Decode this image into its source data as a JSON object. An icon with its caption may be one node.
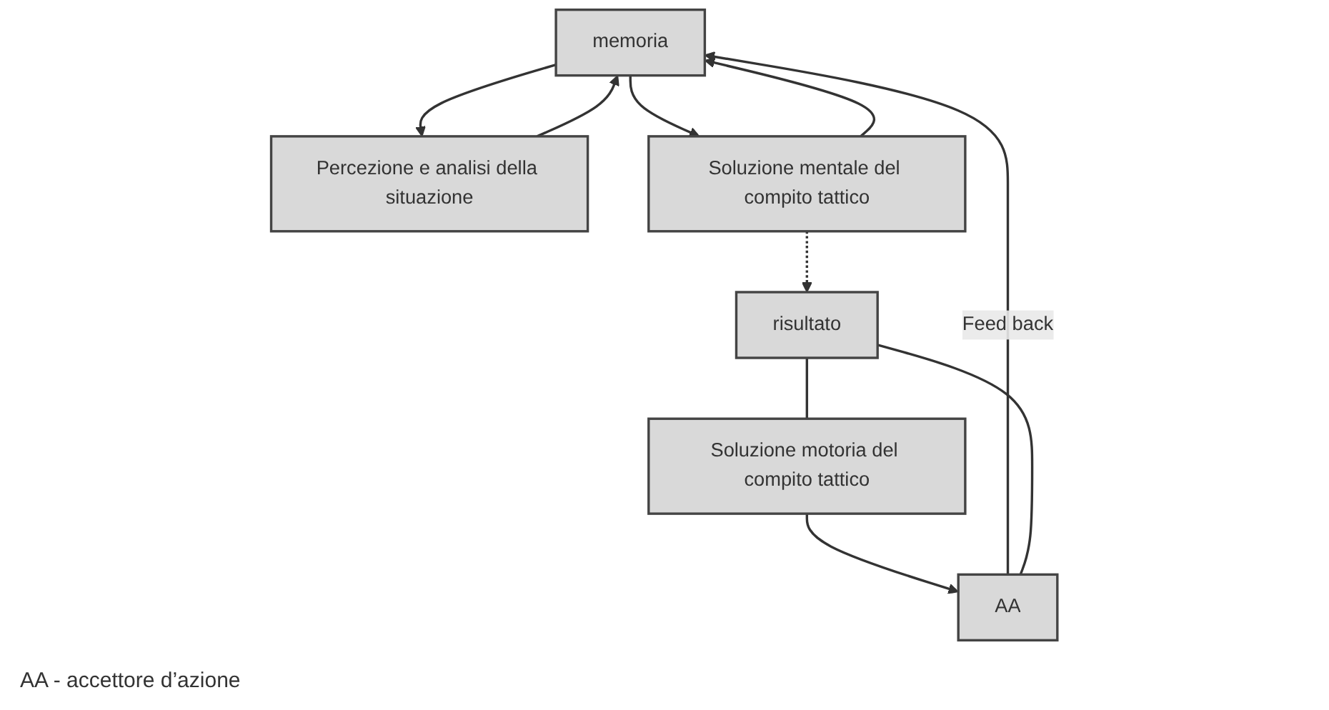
{
  "diagram": {
    "nodes": [
      {
        "text": [
          "memoria"
        ]
      },
      {
        "text": [
          "AA"
        ]
      },
      {
        "text": [
          "Percezione e analisi della situazione"
        ]
      },
      {
        "text": [
          "Soluzione mentale del compito tattico"
        ]
      },
      {
        "text": [
          "risultato"
        ]
      },
      {
        "text": [
          "Soluzione motoria del compito tattico"
        ]
      }
    ],
    "edges": [
      {
        "from": 1,
        "to": 0,
        "arrow": "to",
        "label": "Feed back"
      },
      {
        "from": 2,
        "to": 0,
        "arrow": "to"
      },
      {
        "from": 0,
        "to": 2,
        "arrow": "to"
      },
      {
        "from": 3,
        "to": 0,
        "arrow": "to"
      },
      {
        "from": 0,
        "to": 3,
        "arrow": "to"
      },
      {
        "from": 3,
        "to": 4,
        "arrow": "to",
        "style": "dashed"
      },
      {
        "from": 5,
        "to": 1,
        "arrow": "to"
      },
      {
        "from": 1,
        "to": 4,
        "arrow": "none"
      },
      {
        "from": 4,
        "to": 5,
        "arrow": "none"
      }
    ],
    "labels": [
      "AA - accettore d’azione"
    ]
  }
}
